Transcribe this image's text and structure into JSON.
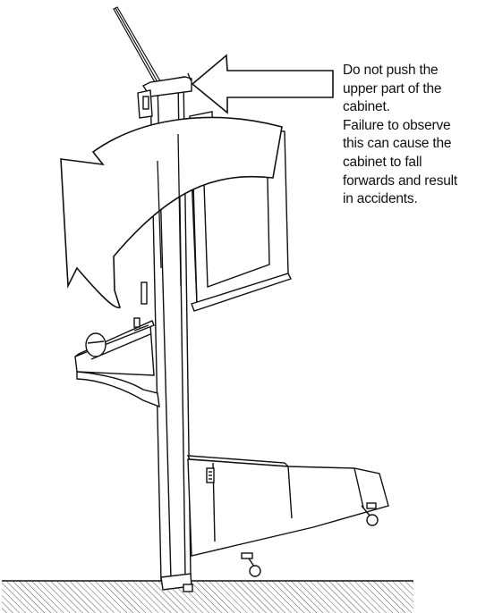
{
  "warning": {
    "lines": [
      "Do not push the",
      "upper part of the",
      "cabinet.",
      "Failure to observe",
      "this can cause the",
      "cabinet to fall",
      "forwards and result",
      "in accidents."
    ]
  },
  "colors": {
    "ink": "#111111",
    "paper": "#ffffff",
    "hatch": "#555555"
  },
  "icons": {
    "push_arrow": "push-arrow-icon",
    "fall_arrow": "curved-fall-arrow-icon"
  }
}
